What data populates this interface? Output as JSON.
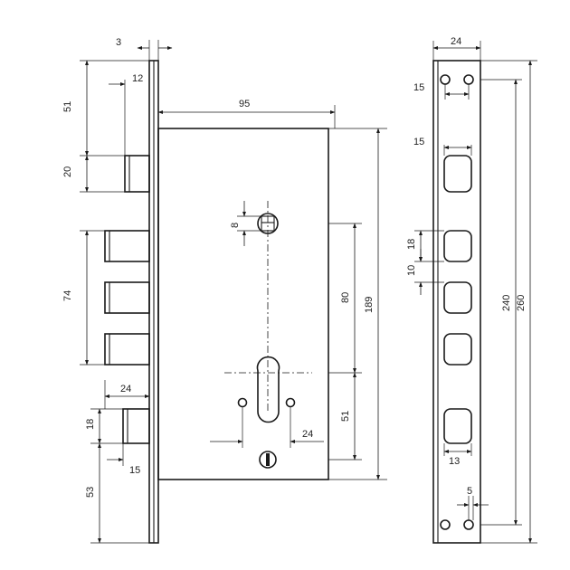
{
  "drawing": {
    "dimensions": {
      "faceplate_thickness": "3",
      "top_to_bolt": "51",
      "bolt_offset": "12",
      "case_width": "95",
      "latch_height": "20",
      "bolt_group_height": "74",
      "bottom_bolt_depth": "24",
      "bottom_bolt_height": "18",
      "bottom_bolt_offset": "15",
      "bottom_margin": "53",
      "spindle_square": "8",
      "spindle_to_cylinder": "80",
      "cylinder_to_bottom": "51",
      "case_height": "189",
      "cylinder_width": "24",
      "strike_width": "24",
      "strike_hole_spacing_top": "15",
      "strike_slot_width": "15",
      "strike_slot_height": "18",
      "strike_slot_gap": "10",
      "strike_slot_bottom_width": "13",
      "strike_hole_bottom": "5",
      "strike_inner_length": "240",
      "strike_total_length": "260"
    }
  }
}
